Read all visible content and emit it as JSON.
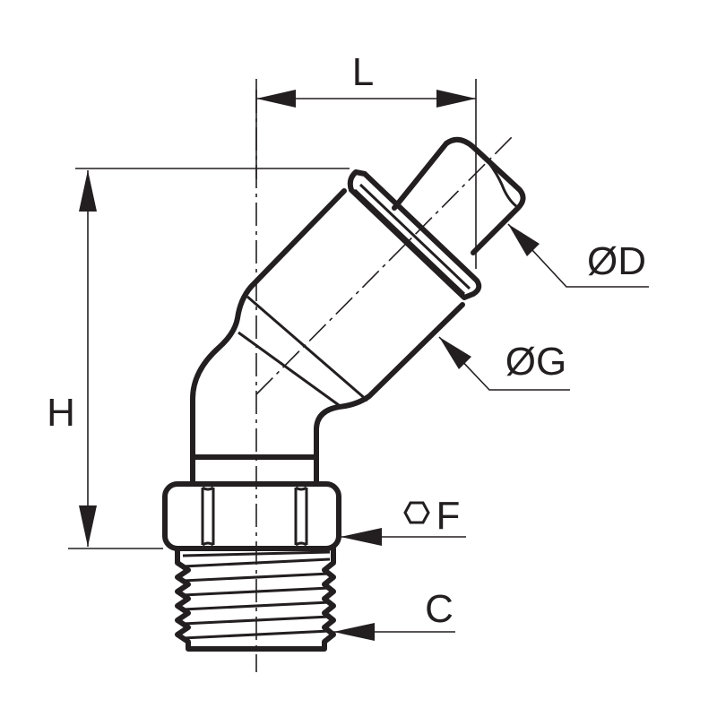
{
  "drawing": {
    "labels": {
      "L": "L",
      "H": "H",
      "D": "ØD",
      "G": "ØG",
      "F": "F",
      "C": "C"
    },
    "colors": {
      "line": "#231f20",
      "background": "#ffffff"
    },
    "icons": {
      "hex_flat": "hexagon-icon"
    }
  }
}
